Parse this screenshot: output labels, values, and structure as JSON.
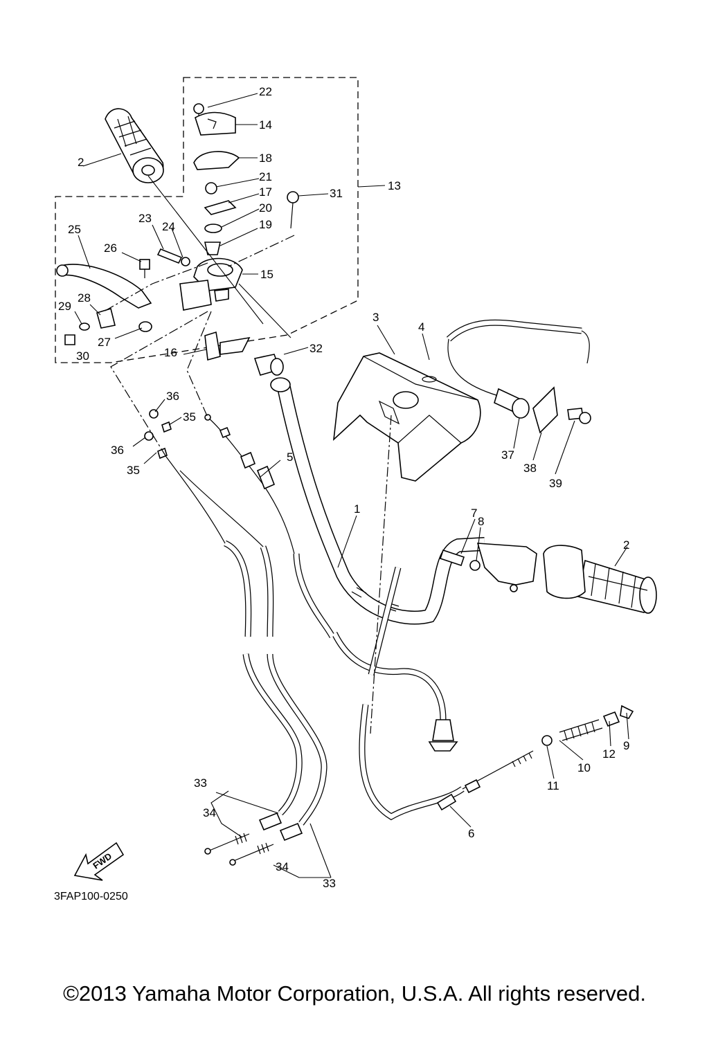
{
  "diagram": {
    "drawing_code": "3FAP100-0250",
    "fwd_label": "FWD",
    "part_labels": {
      "p1": "1",
      "p2a": "2",
      "p2b": "2",
      "p3": "3",
      "p4": "4",
      "p5": "5",
      "p6": "6",
      "p7": "7",
      "p8": "8",
      "p9": "9",
      "p10": "10",
      "p11": "11",
      "p12": "12",
      "p13": "13",
      "p14": "14",
      "p15": "15",
      "p16": "16",
      "p17": "17",
      "p18": "18",
      "p19": "19",
      "p20": "20",
      "p21": "21",
      "p22": "22",
      "p23": "23",
      "p24": "24",
      "p25": "25",
      "p26": "26",
      "p27": "27",
      "p28": "28",
      "p29": "29",
      "p30": "30",
      "p31": "31",
      "p32": "32",
      "p33a": "33",
      "p33b": "33",
      "p34a": "34",
      "p34b": "34",
      "p35a": "35",
      "p35b": "35",
      "p36a": "36",
      "p36b": "36",
      "p37": "37",
      "p38": "38",
      "p39": "39"
    }
  },
  "copyright": "©2013 Yamaha Motor Corporation, U.S.A. All rights reserved."
}
